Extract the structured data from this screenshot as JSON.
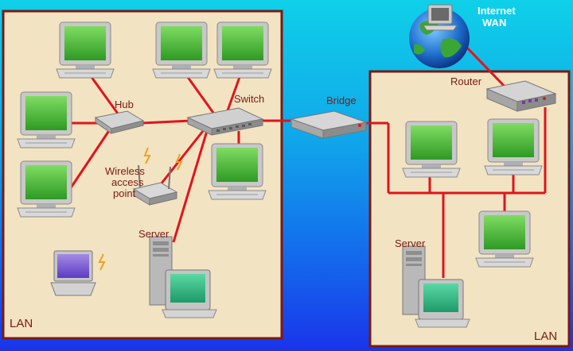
{
  "diagram": {
    "left_lan": {
      "label": "LAN"
    },
    "right_lan": {
      "label": "LAN"
    },
    "internet": {
      "line1": "Internet",
      "line2": "WAN"
    },
    "labels": {
      "hub": "Hub",
      "switch": "Switch",
      "bridge": "Bridge",
      "router": "Router",
      "wap_line1": "Wireless",
      "wap_line2": "access",
      "wap_line3": "point",
      "server_left": "Server",
      "server_right": "Server"
    }
  },
  "colors": {
    "panel_fill": "#f2e3c2",
    "panel_border": "#7a1a10",
    "link": "#e0141c",
    "label": "#7a1a10",
    "screen": "#3fb02c"
  }
}
